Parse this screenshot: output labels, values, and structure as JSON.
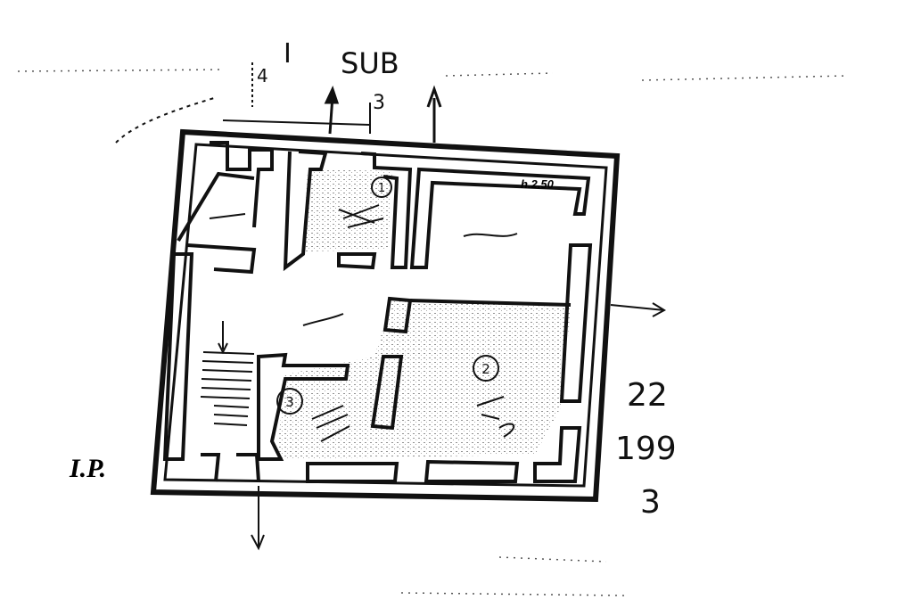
{
  "drawing": {
    "header": {
      "floor": "I",
      "sub_label": "SUB",
      "sub_number": "3",
      "side_number": "4"
    },
    "height_note": "h.2.50",
    "room_markers": [
      "1",
      "2",
      "3"
    ],
    "parcel": {
      "line1": "22",
      "line2": "199",
      "line3": "3"
    },
    "floor_label": "I.P."
  },
  "colors": {
    "ink": "#111111",
    "paper": "#ffffff",
    "hatch": "#8a8a8a"
  }
}
